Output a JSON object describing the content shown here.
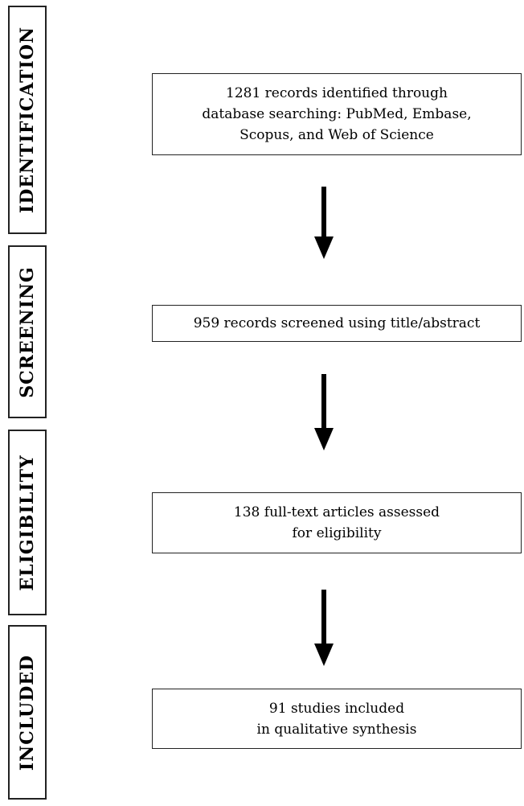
{
  "stages": {
    "identification": "IDENTIFICATION",
    "screening": "SCREENING",
    "eligibility": "ELIGIBILITY",
    "included": "INCLUDED"
  },
  "boxes": {
    "identification": {
      "lines": [
        "1281 records identified through",
        "database searching: PubMed, Embase,",
        "Scopus, and Web of Science"
      ]
    },
    "screening": {
      "lines": [
        "959 records screened using title/abstract"
      ]
    },
    "eligibility": {
      "lines": [
        "138 full-text articles assessed",
        "for eligibility"
      ]
    },
    "included": {
      "lines": [
        "91 studies included",
        "in qualitative synthesis"
      ]
    }
  },
  "colors": {
    "stroke": "#222222",
    "arrow": "#000000",
    "background": "#ffffff"
  }
}
